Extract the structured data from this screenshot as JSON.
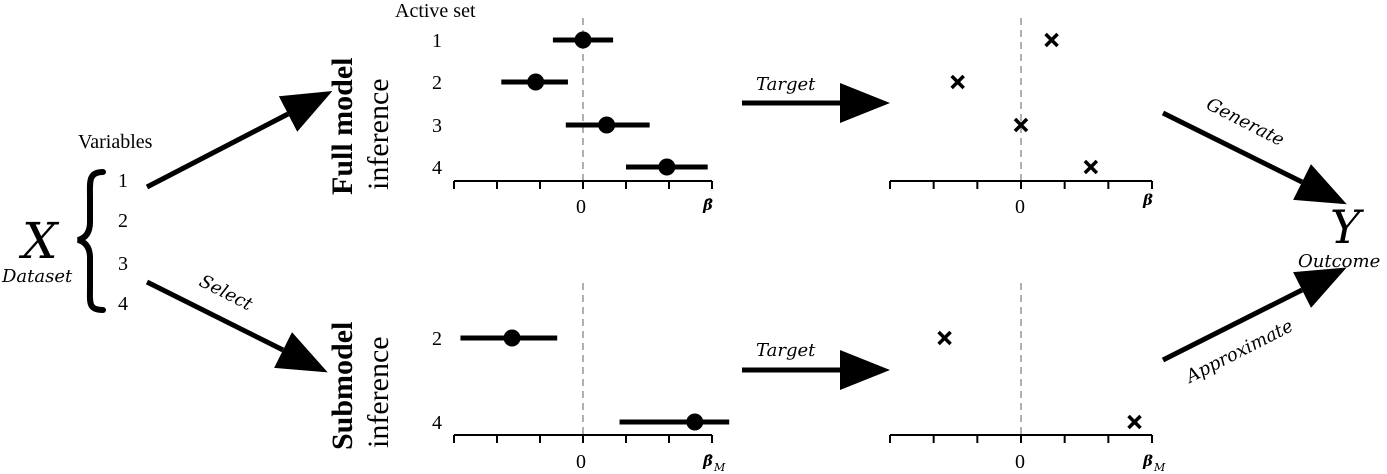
{
  "left": {
    "big_symbol": "X",
    "big_symbol_sub": "Dataset",
    "variables_label": "Variables",
    "variable_numbers": [
      "1",
      "2",
      "3",
      "4"
    ]
  },
  "arrows": {
    "select_label": "Select",
    "target_label": "Target",
    "generate_label": "Generate",
    "approximate_label": "Approximate"
  },
  "full": {
    "title_bold": "Full model",
    "title_normal": "inference",
    "active_set_label": "Active set",
    "row_labels": [
      "1",
      "2",
      "3",
      "4"
    ],
    "zero_label": "0",
    "estimate_axis_label": "β̂",
    "true_axis_label": "β"
  },
  "sub": {
    "title_bold": "Submodel",
    "title_normal": "inference",
    "row_labels": [
      "2",
      "4"
    ],
    "zero_label": "0",
    "estimate_axis_label": "β̂",
    "estimate_axis_sub": "M",
    "true_axis_label": "β",
    "true_axis_sub": "M"
  },
  "right": {
    "big_symbol": "Y",
    "big_symbol_sub": "Outcome"
  },
  "chart_data": [
    {
      "type": "scatter",
      "panel": "full-model-estimates",
      "categories": [
        "1",
        "2",
        "3",
        "4"
      ],
      "values": [
        0.0,
        -1.1,
        0.55,
        1.95
      ],
      "intervals": [
        [
          -0.7,
          0.7
        ],
        [
          -1.9,
          -0.35
        ],
        [
          -0.4,
          1.55
        ],
        [
          1.0,
          2.9
        ]
      ],
      "xlim": [
        -3,
        3
      ],
      "marker": "dot"
    },
    {
      "type": "scatter",
      "panel": "full-model-targets",
      "categories": [
        "1",
        "2",
        "3",
        "4"
      ],
      "values": [
        0.7,
        -1.45,
        0.0,
        1.6
      ],
      "xlim": [
        -3,
        3
      ],
      "marker": "x"
    },
    {
      "type": "scatter",
      "panel": "submodel-estimates",
      "categories": [
        "2",
        "4"
      ],
      "values": [
        -1.65,
        2.6
      ],
      "intervals": [
        [
          -2.85,
          -0.6
        ],
        [
          0.85,
          3.4
        ]
      ],
      "xlim": [
        -3,
        3
      ],
      "marker": "dot"
    },
    {
      "type": "scatter",
      "panel": "submodel-targets",
      "categories": [
        "2",
        "4"
      ],
      "values": [
        -1.75,
        2.6
      ],
      "xlim": [
        -3,
        3
      ],
      "marker": "x"
    }
  ]
}
